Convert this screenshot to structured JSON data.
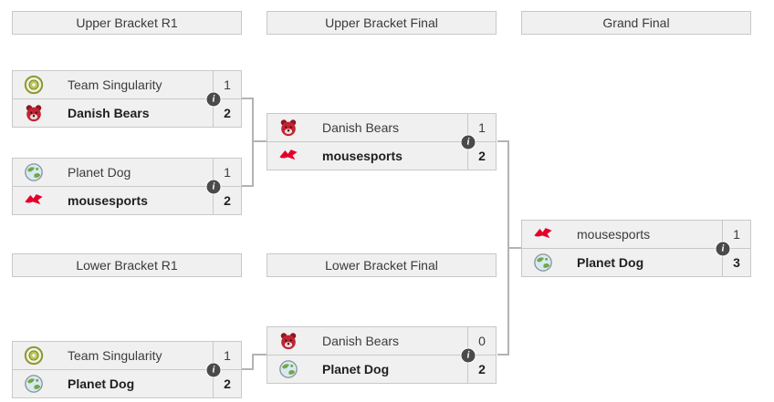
{
  "headers": {
    "upper_r1": "Upper Bracket R1",
    "upper_final": "Upper Bracket Final",
    "grand_final": "Grand Final",
    "lower_r1": "Lower Bracket R1",
    "lower_final": "Lower Bracket Final"
  },
  "icons": {
    "info": "i",
    "logos": [
      "team-singularity-logo",
      "danish-bears-logo",
      "planet-dog-logo",
      "mousesports-logo"
    ]
  },
  "colors": {
    "box_background": "#f0f0f0",
    "border": "#c8c8c8",
    "connector": "#b3b3b3",
    "info_icon_background": "#4a4a4a",
    "mousesports_red": "#e4002b",
    "bears_red": "#c22433",
    "singularity_green": "#8a9a33",
    "planet_green": "#70a845"
  },
  "matches": [
    {
      "round": "Upper Bracket R1",
      "teams": [
        {
          "name": "Team Singularity",
          "score": "1",
          "winner": false,
          "logo": "team-singularity-logo"
        },
        {
          "name": "Danish Bears",
          "score": "2",
          "winner": true,
          "logo": "danish-bears-logo"
        }
      ]
    },
    {
      "round": "Upper Bracket R1",
      "teams": [
        {
          "name": "Planet Dog",
          "score": "1",
          "winner": false,
          "logo": "planet-dog-logo"
        },
        {
          "name": "mousesports",
          "score": "2",
          "winner": true,
          "logo": "mousesports-logo"
        }
      ]
    },
    {
      "round": "Upper Bracket Final",
      "teams": [
        {
          "name": "Danish Bears",
          "score": "1",
          "winner": false,
          "logo": "danish-bears-logo"
        },
        {
          "name": "mousesports",
          "score": "2",
          "winner": true,
          "logo": "mousesports-logo"
        }
      ]
    },
    {
      "round": "Grand Final",
      "teams": [
        {
          "name": "mousesports",
          "score": "1",
          "winner": false,
          "logo": "mousesports-logo"
        },
        {
          "name": "Planet Dog",
          "score": "3",
          "winner": true,
          "logo": "planet-dog-logo"
        }
      ]
    },
    {
      "round": "Lower Bracket R1",
      "teams": [
        {
          "name": "Team Singularity",
          "score": "1",
          "winner": false,
          "logo": "team-singularity-logo"
        },
        {
          "name": "Planet Dog",
          "score": "2",
          "winner": true,
          "logo": "planet-dog-logo"
        }
      ]
    },
    {
      "round": "Lower Bracket Final",
      "teams": [
        {
          "name": "Danish Bears",
          "score": "0",
          "winner": false,
          "logo": "danish-bears-logo"
        },
        {
          "name": "Planet Dog",
          "score": "2",
          "winner": true,
          "logo": "planet-dog-logo"
        }
      ]
    }
  ]
}
